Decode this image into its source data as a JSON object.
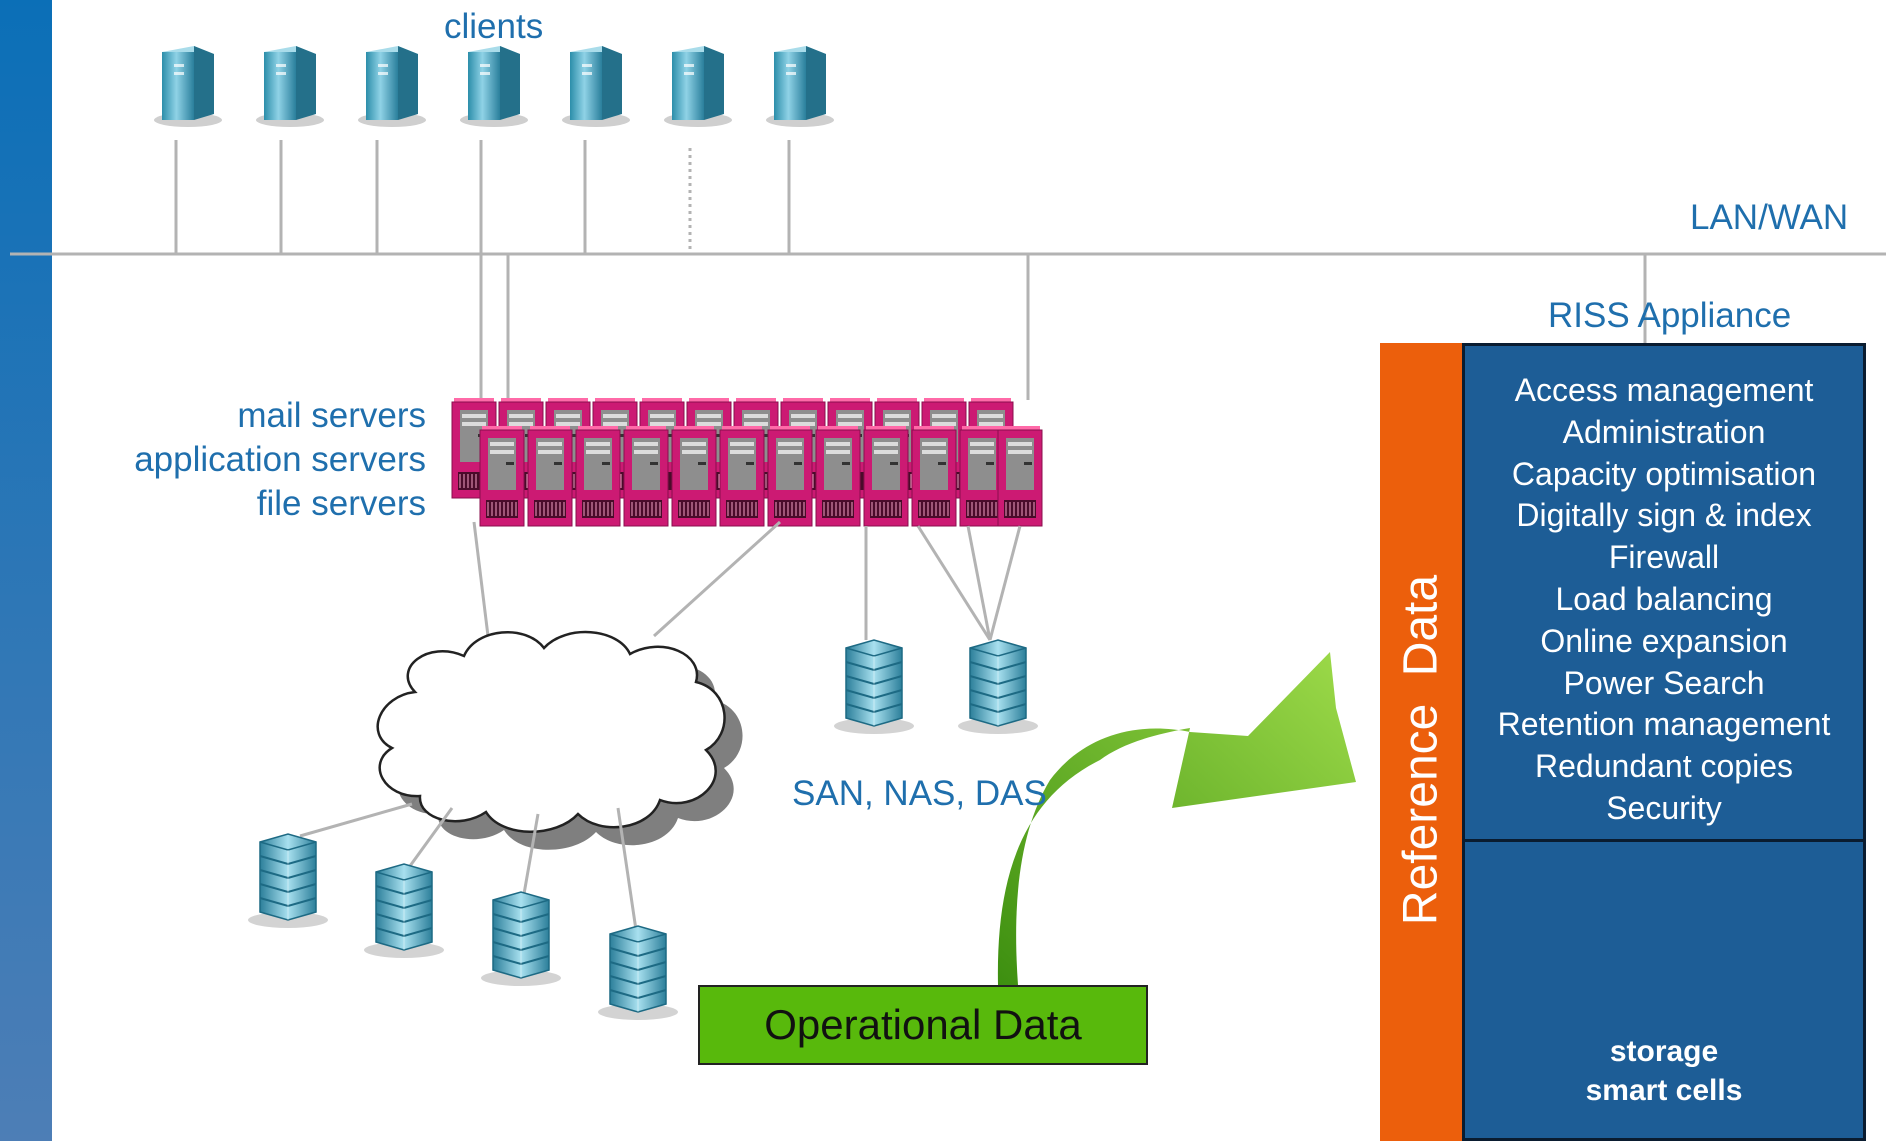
{
  "labels": {
    "clients": "clients",
    "lan_wan": "LAN/WAN",
    "riss_appliance": "RISS Appliance",
    "server_types": [
      "mail servers",
      "application servers",
      "file servers"
    ],
    "san_nas_das": "SAN, NAS, DAS",
    "operational_data": "Operational Data",
    "reference_data": "Reference  Data",
    "storage_smart_cells": [
      "storage",
      "smart cells"
    ]
  },
  "riss_features": [
    "Access management",
    "Administration",
    "Capacity optimisation",
    "Digitally sign & index",
    "Firewall",
    "Load balancing",
    "Online expansion",
    "Power Search",
    "Retention management",
    "Redundant copies",
    "Security"
  ],
  "icons": {
    "client": "tower-computer-icon",
    "server": "rack-server-icon",
    "storage": "disk-stack-icon",
    "network": "cloud-icon",
    "arrow": "curved-arrow-icon",
    "smart_cells": "octagon-cluster-icon"
  },
  "colors": {
    "label_text": "#1f6fad",
    "network_line": "#b3b3b3",
    "reference_bar": "#ec5f0c",
    "riss_box": "#1d5d96",
    "operational_box": "#58b90c",
    "arrow": "#5fb21a",
    "server_body": "#cc1a73",
    "cell_colors": [
      "#e0600f",
      "#0b73c7",
      "#4fbf10",
      "#cc0f72"
    ]
  }
}
